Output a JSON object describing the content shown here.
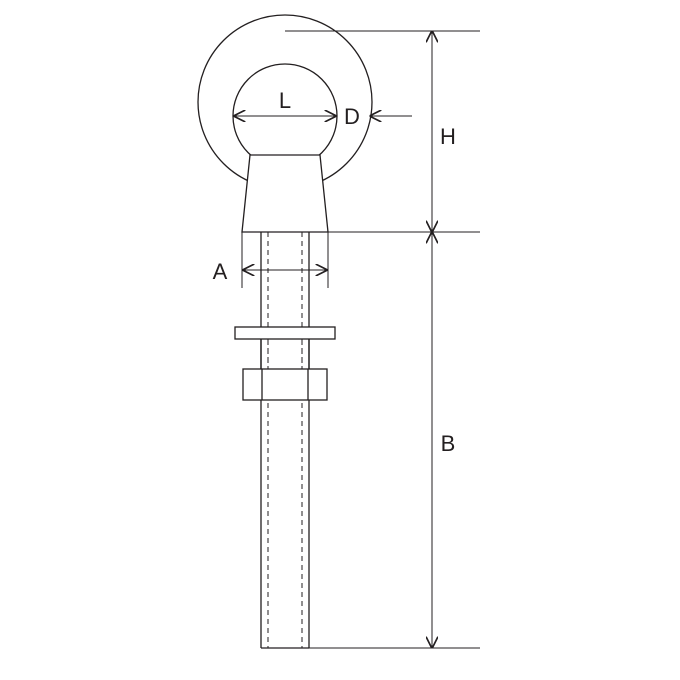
{
  "diagram": {
    "labels": {
      "L": "L",
      "D": "D",
      "H": "H",
      "A": "A",
      "B": "B"
    },
    "colors": {
      "stroke": "#231f20",
      "background": "#ffffff"
    }
  }
}
